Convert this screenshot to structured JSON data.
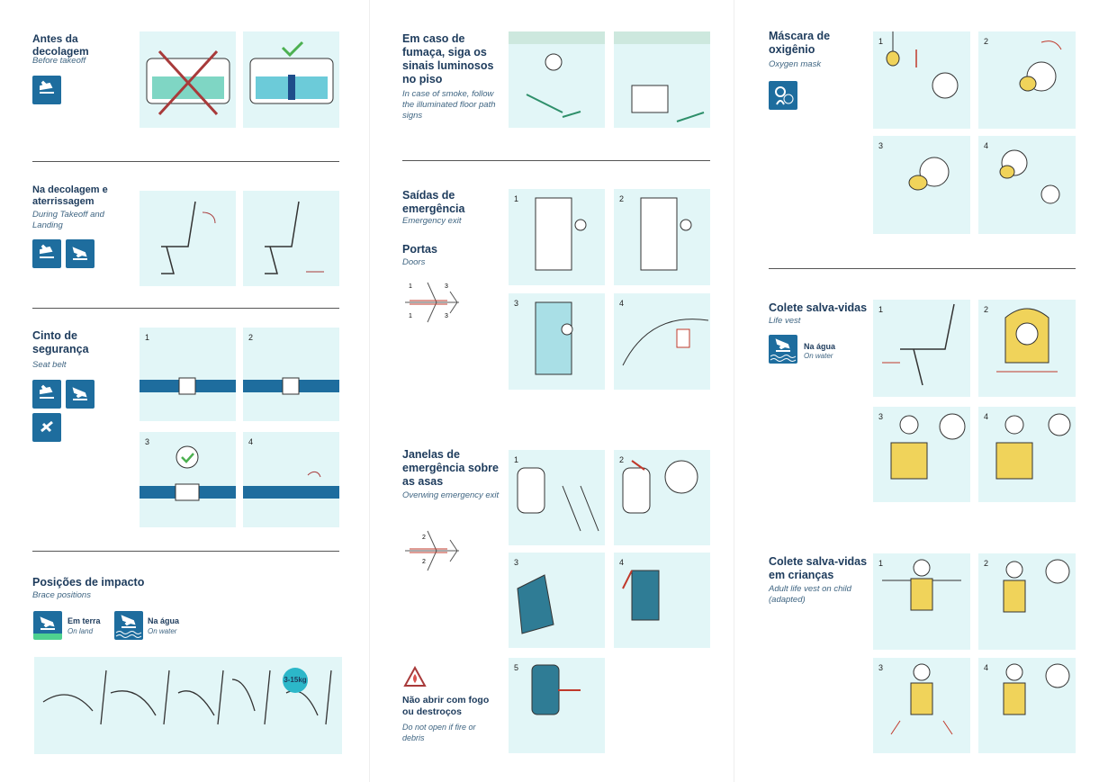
{
  "col1": {
    "before_takeoff": {
      "title": "Antes da decolagem",
      "subtitle": "Before takeoff"
    },
    "takeoff_landing": {
      "title": "Na decolagem e aterrissagem",
      "subtitle": "During Takeoff and Landing"
    },
    "seat_belt": {
      "title": "Cinto de segurança",
      "subtitle": "Seat belt",
      "steps": [
        "1",
        "2",
        "3",
        "4"
      ]
    },
    "brace": {
      "title": "Posições de impacto",
      "subtitle": "Brace positions",
      "land_label": "Em terra",
      "land_sub": "On land",
      "water_label": "Na água",
      "water_sub": "On water",
      "badge": "3-15kg"
    }
  },
  "col2": {
    "smoke": {
      "title": "Em caso de fumaça, siga os sinais luminosos no piso",
      "subtitle": "In case of smoke, follow the illuminated floor path signs"
    },
    "exits": {
      "title": "Saídas de emergência",
      "subtitle": "Emergency exit",
      "doors_title": "Portas",
      "doors_sub": "Doors",
      "steps": [
        "1",
        "2",
        "3",
        "4"
      ],
      "door_numbers": [
        "1",
        "3",
        "1",
        "3"
      ]
    },
    "overwing": {
      "title": "Janelas de emergência sobre as asas",
      "subtitle": "Overwing emergency exit",
      "steps": [
        "1",
        "2",
        "3",
        "4",
        "5"
      ],
      "window_numbers": [
        "2",
        "2"
      ]
    },
    "fire": {
      "title": "Não abrir com fogo ou destroços",
      "subtitle": "Do not open if fire or debris"
    }
  },
  "col3": {
    "oxygen": {
      "title": "Máscara de oxigênio",
      "subtitle": "Oxygen mask",
      "steps": [
        "1",
        "2",
        "3",
        "4"
      ]
    },
    "life_vest": {
      "title": "Colete salva-vidas",
      "subtitle": "Life vest",
      "water_label": "Na água",
      "water_sub": "On water",
      "steps": [
        "1",
        "2",
        "3",
        "4"
      ]
    },
    "child_vest": {
      "title": "Colete salva-vidas em crianças",
      "subtitle": "Adult life vest on child (adapted)",
      "steps": [
        "1",
        "2",
        "3",
        "4"
      ]
    }
  },
  "colors": {
    "panel": "#e2f6f7",
    "icon": "#1e6d9e",
    "title": "#1d3b5c",
    "alert": "#c0392b",
    "ok": "#4cb050"
  }
}
